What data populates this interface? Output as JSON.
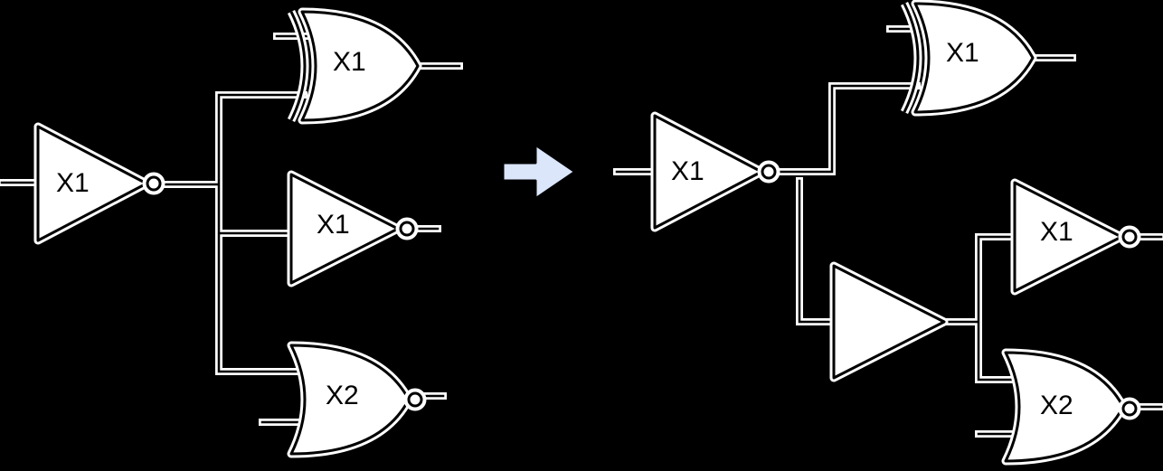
{
  "left_circuit": {
    "inverter_label": "X1",
    "xor_label": "X1",
    "middle_inverter_label": "X1",
    "nor_label": "X2"
  },
  "right_circuit": {
    "inverter_label": "X1",
    "xor_label": "X1",
    "middle_inverter_label": "X1",
    "nor_label": "X2",
    "buffer_label": ""
  },
  "arrow": {
    "fill_color": "#dbe6fb"
  }
}
